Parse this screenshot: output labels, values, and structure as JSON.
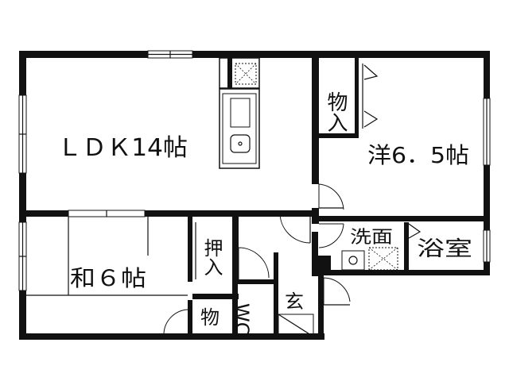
{
  "rooms": {
    "ldk": "ＬＤＫ14帖",
    "western": "洋6．5帖",
    "washroom": "洗面",
    "bath": "浴室",
    "japanese": "和６帖",
    "closet_western": "物入",
    "oshiire": "押入",
    "closet_small": "物",
    "wc": "WC",
    "entrance": "玄"
  },
  "icons": [
    "sink-icon",
    "stove-icon",
    "washing-machine-icon",
    "washbasin-icon",
    "window-icon",
    "door-swing-icon"
  ]
}
